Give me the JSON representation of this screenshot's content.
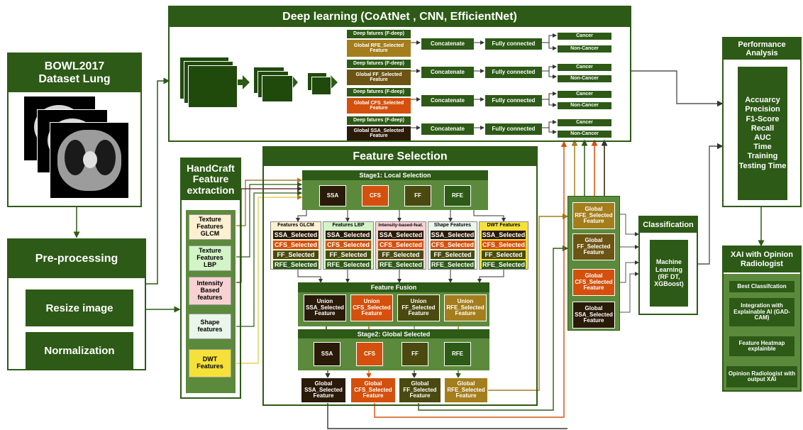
{
  "colors": {
    "dark_green": "#2d5a16",
    "mid_green": "#5c8a3c",
    "ssa": "#2a1a08",
    "cfs": "#d4500c",
    "ff": "#4a4a10",
    "rfe": "#a47d1c"
  },
  "dataset": {
    "title": "BOWL2017 Dataset Lung"
  },
  "preprocess": {
    "title": "Pre-processing",
    "steps": [
      "Resize image",
      "Normalization"
    ]
  },
  "handcraft": {
    "title": "HandCraft Feature extraction",
    "items": [
      {
        "label": "Texture Features GLCM",
        "color": "#fdf0d0"
      },
      {
        "label": "Texture Features LBP",
        "color": "#d2f4c6"
      },
      {
        "label": "Intensity Based features",
        "color": "#f8d2d2"
      },
      {
        "label": "Shape features",
        "color": "#eaf6ea"
      },
      {
        "label": "DWT Features",
        "color": "#f5e13a"
      }
    ]
  },
  "deep": {
    "title": "Deep learning  (CoAtNet , CNN, EfficientNet)",
    "rows": [
      {
        "f_deep": "Deep fatures (F-deep)",
        "selected": "Global RFE_Selected Feature",
        "concat": "Concatenate",
        "fc": "Fully connected",
        "out1": "Cancer",
        "out2": "Non-Cancer"
      },
      {
        "f_deep": "Deep fatures (F-deep)",
        "selected": "Global FF_Selected Feature",
        "concat": "Concatenate",
        "fc": "Fully connected",
        "out1": "Cancer",
        "out2": "Non-Cancer"
      },
      {
        "f_deep": "Deep fatures (F-deep)",
        "selected": "Global CFS_Selected Feature",
        "concat": "Concatenate",
        "fc": "Fully connected",
        "out1": "Cancer",
        "out2": "Non-Cancer"
      },
      {
        "f_deep": "Deep fatures (F-deep)",
        "selected": "Global SSA_Selected Feature",
        "concat": "Concatenate",
        "fc": "Fully connected",
        "out1": "Cancer",
        "out2": "Non-Cancer"
      }
    ]
  },
  "fs": {
    "title": "Feature Selection",
    "stage1": {
      "title": "Stage1:  Local Selection",
      "methods": [
        "SSA",
        "CFS",
        "FF",
        "RFE"
      ]
    },
    "groups": [
      {
        "title": "Features GLCM",
        "bg": "#fdf0d0",
        "rows": [
          "SSA_Selected",
          "CFS_Selected",
          "FF_Selected",
          "RFE_Selected"
        ]
      },
      {
        "title": "Features LBP",
        "bg": "#d2f4c6",
        "rows": [
          "SSA_Selected",
          "CFS_Selected",
          "FF_Selected",
          "RFE_Selected"
        ]
      },
      {
        "title": "Intensity-based-feat.",
        "bg": "#f8d2d2",
        "rows": [
          "SSA_Selected",
          "CFS_Selected",
          "FF_Selected",
          "RFE_Selected"
        ]
      },
      {
        "title": "Shape Features",
        "bg": "#eaf6ea",
        "rows": [
          "SSA_Selected",
          "CFS_Selected",
          "FF_Selected",
          "RFE_Selected"
        ]
      },
      {
        "title": "DWT Features",
        "bg": "#f5e13a",
        "rows": [
          "SSA_Selected",
          "CFS_Selected",
          "FF_Selected",
          "RFE_Selected"
        ]
      }
    ],
    "fusion": {
      "title": "Feature Fusion",
      "items": [
        "Union SSA_Selected Feature",
        "Union CFS_Selected Feature",
        "Union FF_Selected Feature",
        "Union RFE_Selected Feature"
      ]
    },
    "stage2": {
      "title": "Stage2: Global Selected",
      "methods": [
        "SSA",
        "CFS",
        "FF",
        "RFE"
      ]
    },
    "globals": [
      "Global SSA_Selected Feature",
      "Global CFS_Selected Feature",
      "Global FF_Selected Feature",
      "Global RFE_Selected Feature"
    ]
  },
  "mid_globals": [
    "Global RFE_Selected Feature",
    "Global FF_Selected Feature",
    "Global CFS_Selected Feature",
    "Global SSA_Selected Feature"
  ],
  "classification": {
    "title": "Classification",
    "model": "Machine Learning (RF DT, XGBoost)"
  },
  "performance": {
    "title": "Performance Analysis",
    "metrics": [
      "Accuarcy",
      "Precision",
      "F1-Score",
      "Recall",
      "AUC",
      "Time Training",
      "Testing Time"
    ]
  },
  "xai": {
    "title": "XAI with Opinion Radiologist",
    "steps": [
      "Best Classifcation",
      "Integration with Explainable AI (GAD-CAM)",
      "Feature Heatmap explainble",
      "Opinion Radiologist with output XAI"
    ]
  }
}
